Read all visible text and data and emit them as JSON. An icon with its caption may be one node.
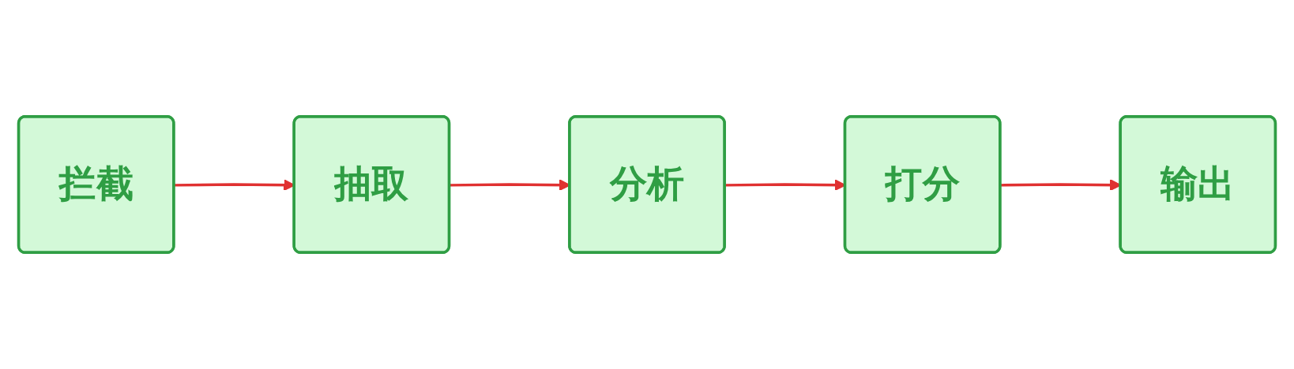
{
  "diagram": {
    "nodes": [
      {
        "text": [
          "拦截"
        ]
      },
      {
        "text": [
          "抽取"
        ]
      },
      {
        "text": [
          "分析"
        ]
      },
      {
        "text": [
          "打分"
        ]
      },
      {
        "text": [
          "输出"
        ]
      }
    ],
    "edges": [
      {
        "from": 0,
        "to": 1,
        "arrow": "to"
      },
      {
        "from": 1,
        "to": 2,
        "arrow": "to"
      },
      {
        "from": 2,
        "to": 3,
        "arrow": "to"
      },
      {
        "from": 3,
        "to": 4,
        "arrow": "to"
      }
    ]
  }
}
